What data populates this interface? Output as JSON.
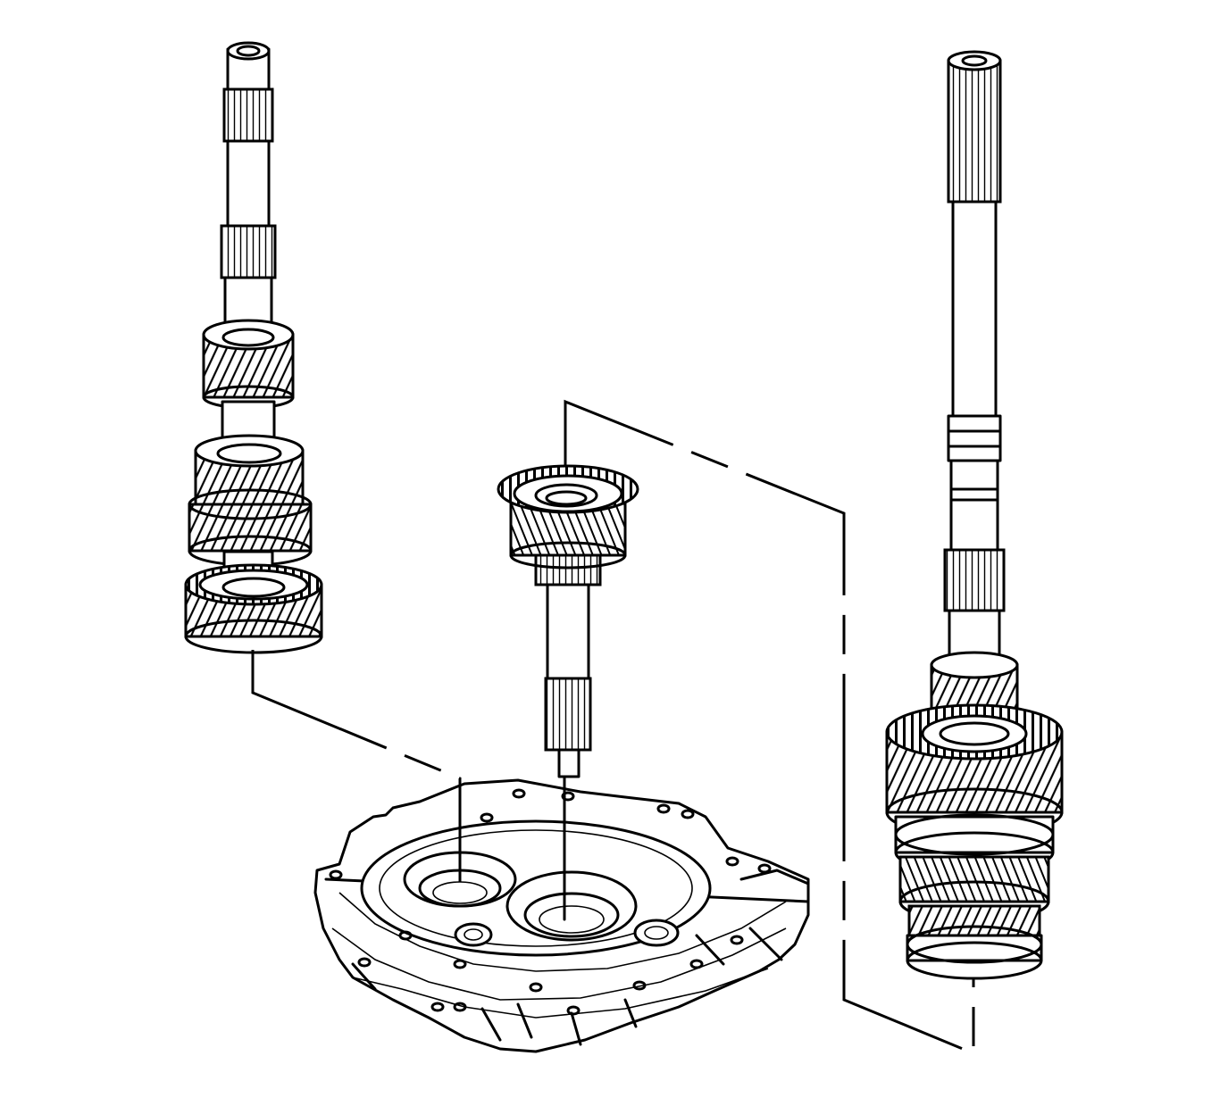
{
  "diagram": {
    "colors": {
      "line": "#000000",
      "background": "#ffffff"
    },
    "parts": [
      {
        "id": "left-shaft",
        "kind": "countershaft-with-gears"
      },
      {
        "id": "center-input-shaft",
        "kind": "input-shaft-with-gear"
      },
      {
        "id": "right-shaft",
        "kind": "mainshaft-with-gear-cluster"
      },
      {
        "id": "base-plate",
        "kind": "transmission-adapter-plate"
      }
    ],
    "leader_lines": [
      {
        "from": "left-shaft",
        "to": "base-plate",
        "style": "dash-dot"
      },
      {
        "from": "center-input-shaft",
        "to": "base-plate",
        "style": "solid"
      },
      {
        "from": "right-shaft",
        "to": "base-plate",
        "style": "dash-dot"
      }
    ]
  }
}
